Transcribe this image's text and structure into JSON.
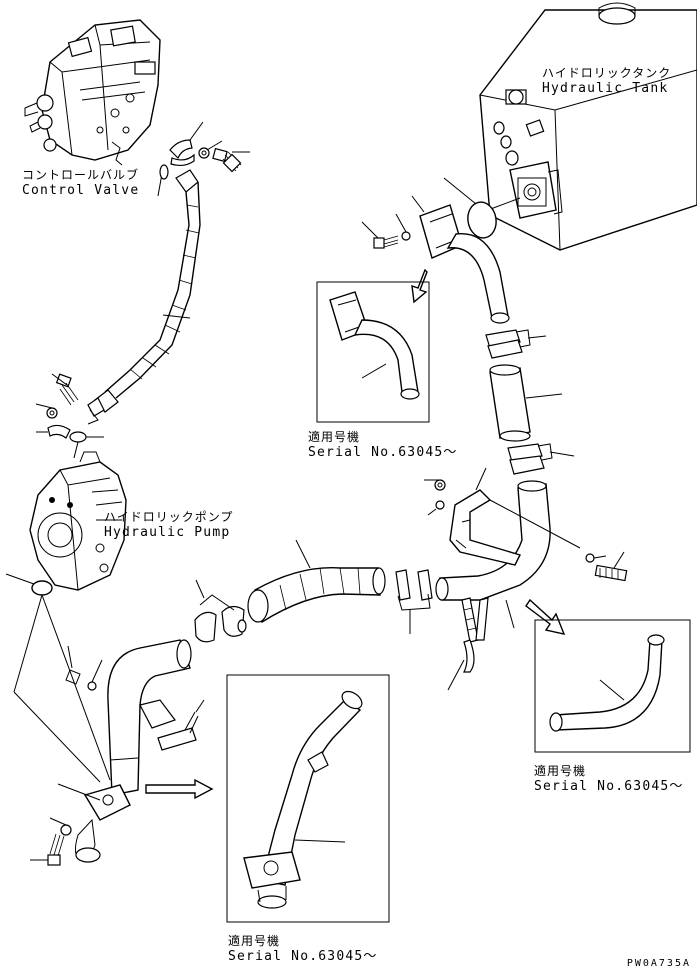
{
  "labels": {
    "control_valve": {
      "jp": "コントロールバルブ",
      "en": "Control Valve"
    },
    "hydraulic_tank": {
      "jp": "ハイドロリックタンク",
      "en": "Hydraulic Tank"
    },
    "hydraulic_pump": {
      "jp": "ハイドロリックポンプ",
      "en": "Hydraulic Pump"
    }
  },
  "serial_notes": {
    "tank_outlet": {
      "jp": "適用号機",
      "en": "Serial No.63045～"
    },
    "pump_elbow": {
      "jp": "適用号機",
      "en": "Serial No.63045～"
    },
    "pump_inlet": {
      "jp": "適用号機",
      "en": "Serial No.63045～"
    }
  },
  "drawing_code": "PW0A735A"
}
